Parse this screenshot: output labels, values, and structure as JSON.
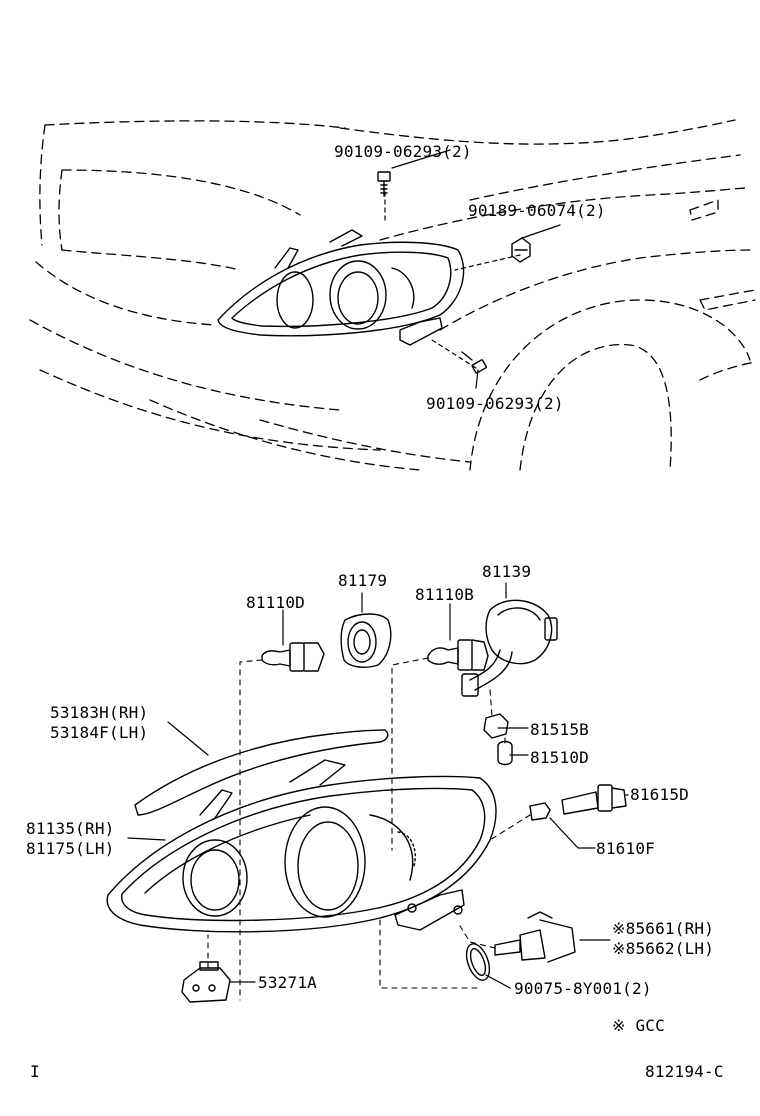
{
  "labels": {
    "p90109_top": "90109-06293(2)",
    "p90189": "90189-06074(2)",
    "p90109_bottom": "90109-06293(2)",
    "p81179": "81179",
    "p81139": "81139",
    "p81110D": "81110D",
    "p81110B": "81110B",
    "p53183H": "53183H(RH)",
    "p53184F": "53184F(LH)",
    "p81515B": "81515B",
    "p81510D": "81510D",
    "p81615D": "81615D",
    "p81135": "81135(RH)",
    "p81175": "81175(LH)",
    "p81610F": "81610F",
    "p85661": "※85661(RH)",
    "p85662": "※85662(LH)",
    "p53271A": "53271A",
    "p90075": "90075-8Y001(2)",
    "gcc_note": "※ GCC",
    "page_mark": "I",
    "figure_code": "812194-C"
  }
}
